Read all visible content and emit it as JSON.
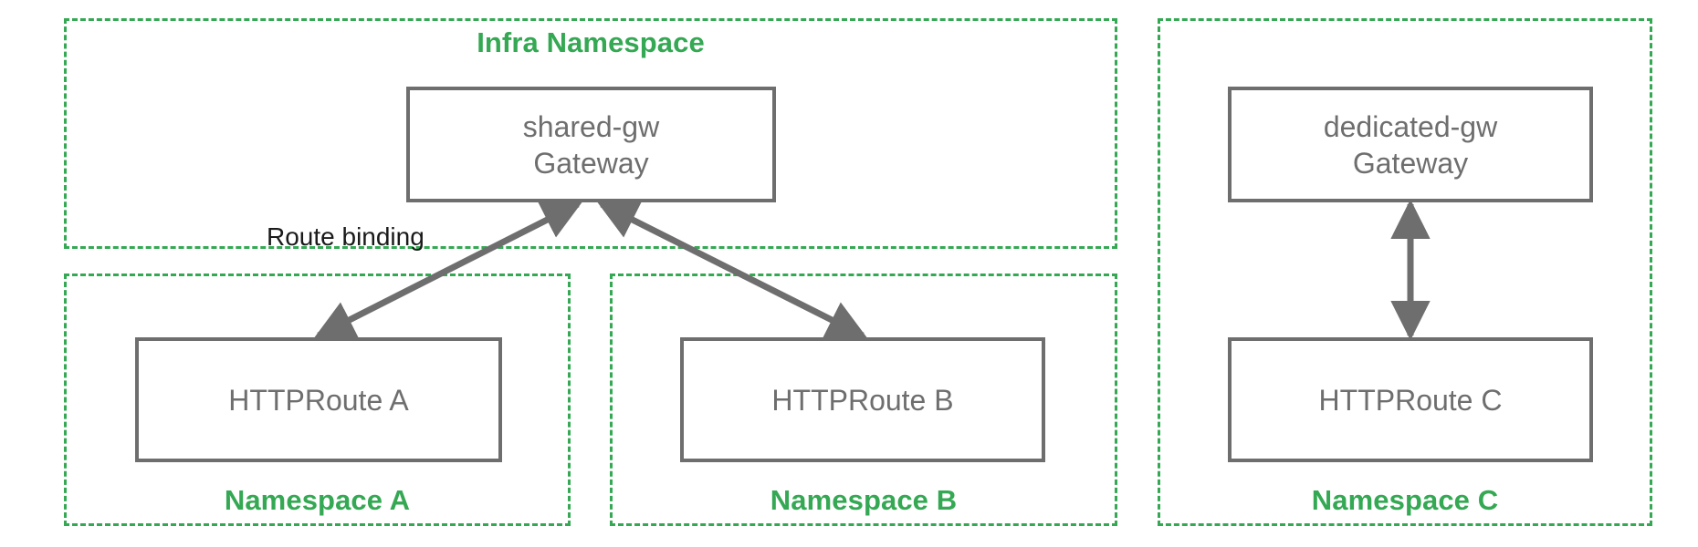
{
  "diagram": {
    "title_hidden": "",
    "colors": {
      "namespace_border": "#34a853",
      "namespace_label": "#34a853",
      "box_border": "#6e6e6e",
      "box_text": "#6e6e6e",
      "edge_label_text": "#1a1a1a",
      "arrow": "#6e6e6e",
      "background": "#ffffff"
    },
    "namespaces": [
      {
        "id": "infra",
        "label": "Infra Namespace"
      },
      {
        "id": "namespace-a",
        "label": "Namespace A"
      },
      {
        "id": "namespace-b",
        "label": "Namespace B"
      },
      {
        "id": "namespace-c",
        "label": "Namespace C"
      }
    ],
    "nodes": [
      {
        "id": "shared-gw",
        "name": "shared-gw",
        "kind": "Gateway"
      },
      {
        "id": "dedicated-gw",
        "name": "dedicated-gw",
        "kind": "Gateway"
      },
      {
        "id": "httproute-a",
        "name": "HTTPRoute A",
        "kind": ""
      },
      {
        "id": "httproute-b",
        "name": "HTTPRoute B",
        "kind": ""
      },
      {
        "id": "httproute-c",
        "name": "HTTPRoute C",
        "kind": ""
      }
    ],
    "edges": [
      {
        "id": "edge-a",
        "from": "httproute-a",
        "to": "shared-gw",
        "label": "Route binding",
        "arrowheads": "both"
      },
      {
        "id": "edge-b",
        "from": "httproute-b",
        "to": "shared-gw",
        "label": "",
        "arrowheads": "both"
      },
      {
        "id": "edge-c",
        "from": "httproute-c",
        "to": "dedicated-gw",
        "label": "",
        "arrowheads": "both"
      }
    ],
    "edge_label": "Route binding"
  }
}
